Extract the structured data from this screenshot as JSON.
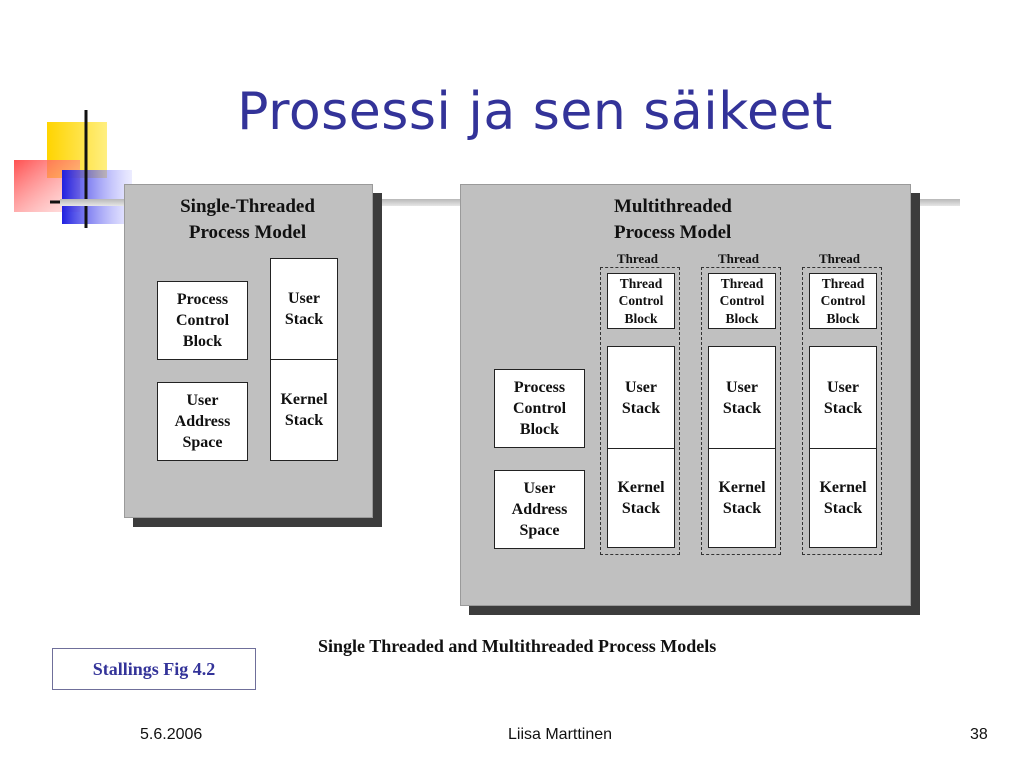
{
  "slide": {
    "title": "Prosessi ja sen säikeet",
    "caption": "Single Threaded and Multithreaded Process Models",
    "source_label": "Stallings Fig 4.2",
    "footer": {
      "date": "5.6.2006",
      "author": "Liisa Marttinen",
      "page": "38"
    },
    "accent_color": "#333399"
  },
  "single": {
    "title": "Single-Threaded\nProcess Model",
    "pcb": "Process\nControl\nBlock",
    "uas": "User\nAddress\nSpace",
    "user_stack": "User\nStack",
    "kernel_stack": "Kernel\nStack"
  },
  "multi": {
    "title": "Multithreaded\nProcess Model",
    "pcb": "Process\nControl\nBlock",
    "uas": "User\nAddress\nSpace",
    "threads": [
      {
        "label": "Thread",
        "tcb": "Thread\nControl\nBlock",
        "user_stack": "User\nStack",
        "kernel_stack": "Kernel\nStack"
      },
      {
        "label": "Thread",
        "tcb": "Thread\nControl\nBlock",
        "user_stack": "User\nStack",
        "kernel_stack": "Kernel\nStack"
      },
      {
        "label": "Thread",
        "tcb": "Thread\nControl\nBlock",
        "user_stack": "User\nStack",
        "kernel_stack": "Kernel\nStack"
      }
    ]
  }
}
